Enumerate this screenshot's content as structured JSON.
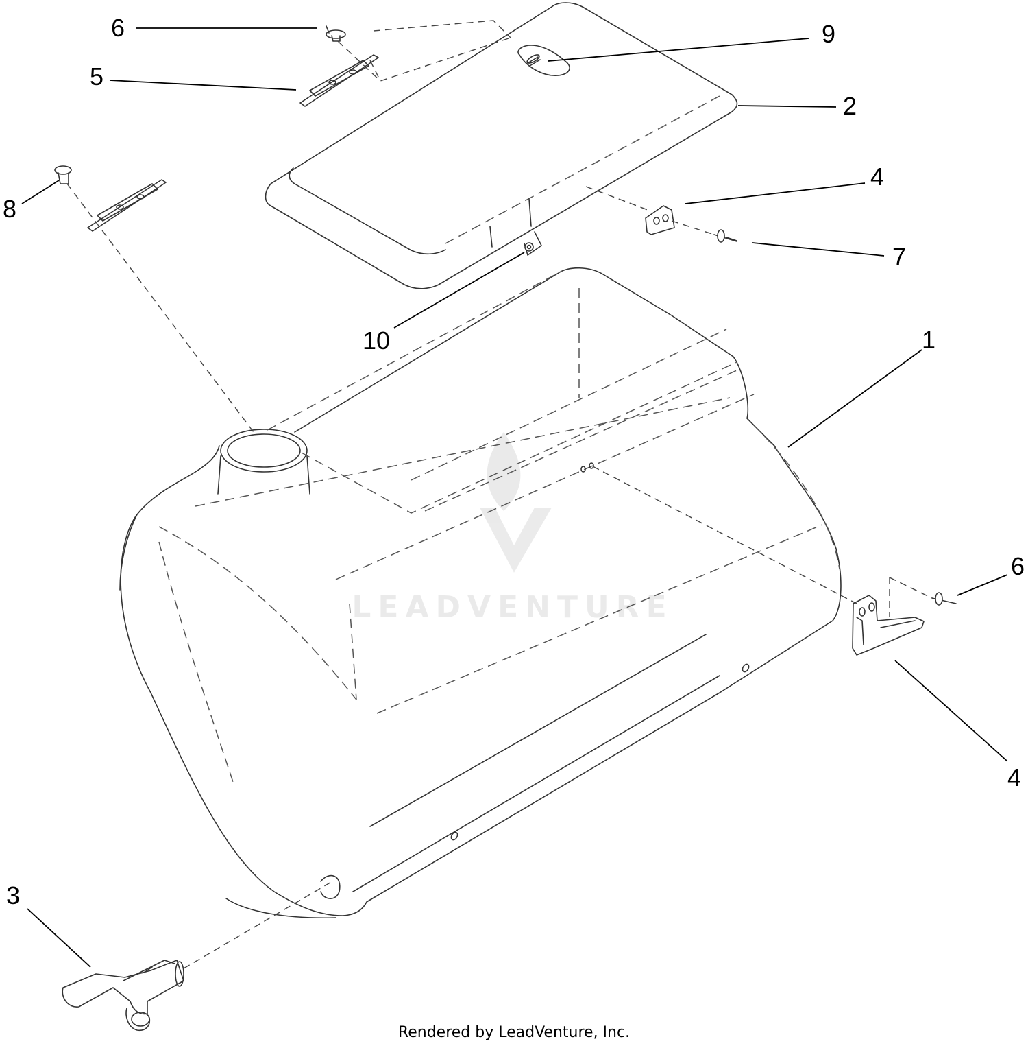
{
  "callouts": {
    "c1": "1",
    "c2": "2",
    "c3": "3",
    "c4a": "4",
    "c4b": "4",
    "c5": "5",
    "c6a": "6",
    "c6b": "6",
    "c7": "7",
    "c8": "8",
    "c9": "9",
    "c10": "10"
  },
  "watermark": "LEADVENTURE",
  "footer": "Rendered by LeadVenture, Inc."
}
